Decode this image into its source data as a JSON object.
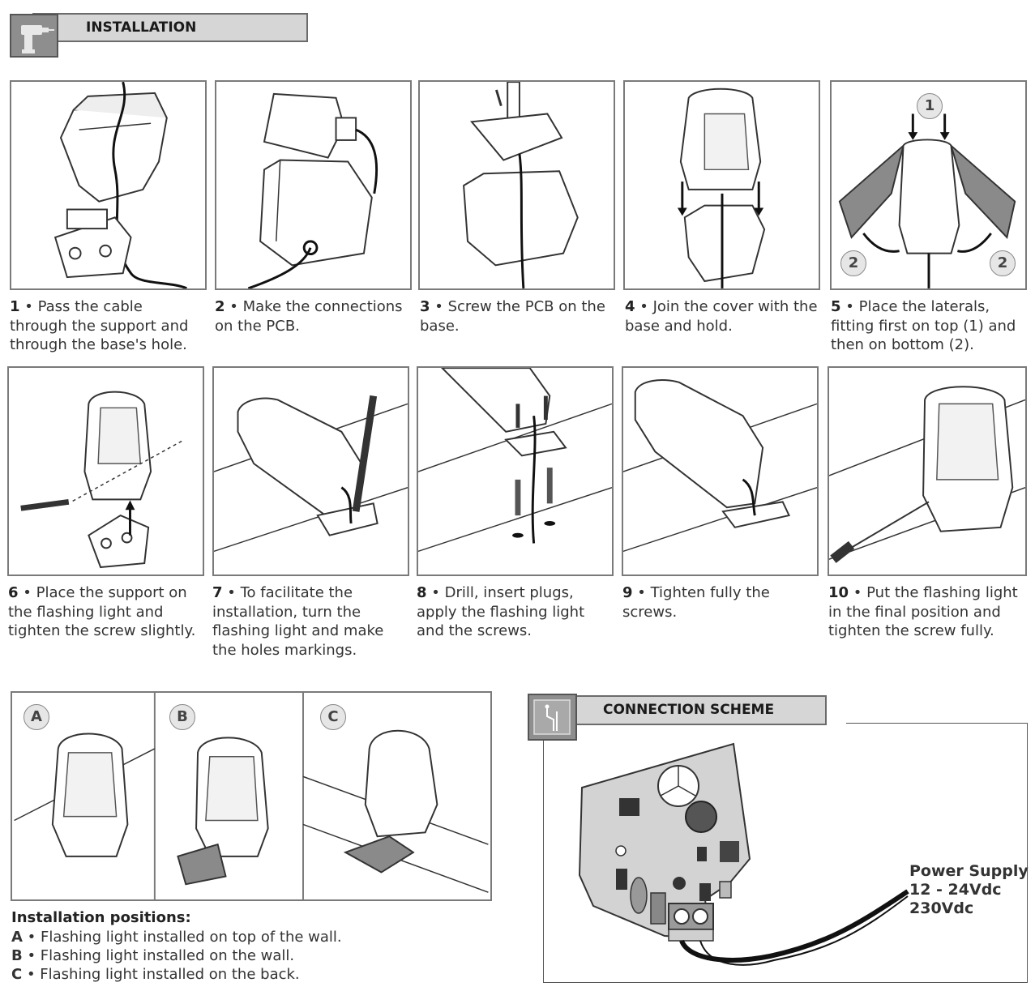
{
  "installation_header": {
    "title": "INSTALLATION",
    "icon": "drill-icon"
  },
  "steps": [
    {
      "num": "1",
      "text": "• Pass the cable through the support and through the base's hole."
    },
    {
      "num": "2",
      "text": "• Make the connections on the PCB."
    },
    {
      "num": "3",
      "text": "• Screw the PCB on the base."
    },
    {
      "num": "4",
      "text": "• Join the cover with the base and hold."
    },
    {
      "num": "5",
      "text": "• Place the laterals, fitting first on top (1) and then on bottom (2)."
    },
    {
      "num": "6",
      "text": "• Place the support on the flashing light and tighten the screw slightly."
    },
    {
      "num": "7",
      "text": "• To facilitate the installation, turn the flashing light and make the holes markings."
    },
    {
      "num": "8",
      "text": "• Drill, insert plugs, apply the flashing light and the screws."
    },
    {
      "num": "9",
      "text": "• Tighten fully the screws."
    },
    {
      "num": "10",
      "text": "• Put the flashing light in the final position and tighten the screw fully."
    }
  ],
  "step5_labels": {
    "top": "1",
    "bottom_left": "2",
    "bottom_right": "2"
  },
  "positions": {
    "labels": [
      "A",
      "B",
      "C"
    ],
    "title": "Installation positions:",
    "items": [
      {
        "letter": "A",
        "text": "• Flashing light installed on top of the wall."
      },
      {
        "letter": "B",
        "text": "• Flashing light installed on the wall."
      },
      {
        "letter": "C",
        "text": "• Flashing light installed on the back."
      }
    ]
  },
  "connection_header": {
    "title": "CONNECTION SCHEME",
    "icon": "circuit-icon"
  },
  "power_supply": {
    "line1": "Power Supply",
    "line2": "12 - 24Vdc",
    "line3": "230Vdc"
  }
}
